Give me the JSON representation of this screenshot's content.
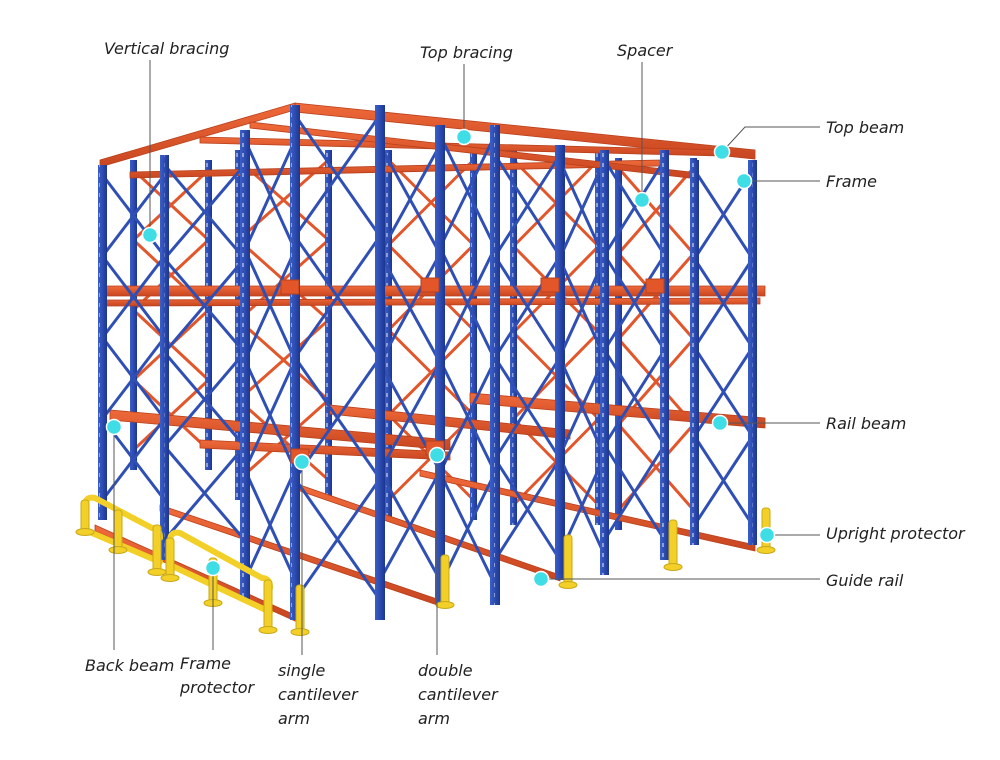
{
  "colors": {
    "upright": "#2f4fb4",
    "upright_dark": "#1e3591",
    "beam": "#e2562a",
    "beam_dark": "#b8401c",
    "protector": "#f2d027",
    "callout_dot": "#3fdde6",
    "leader_line": "#555555"
  },
  "labels": {
    "vertical_bracing": "Vertical bracing",
    "top_bracing": "Top bracing",
    "spacer": "Spacer",
    "top_beam": "Top beam",
    "frame": "Frame",
    "rail_beam": "Rail beam",
    "upright_protector": "Upright protector",
    "guide_rail": "Guide rail",
    "back_beam": "Back beam",
    "frame_protector": "Frame\nprotector",
    "single_cantilever_arm": "single\ncantilever\narm",
    "double_cantilever_arm": "double\ncantilever\narm"
  }
}
